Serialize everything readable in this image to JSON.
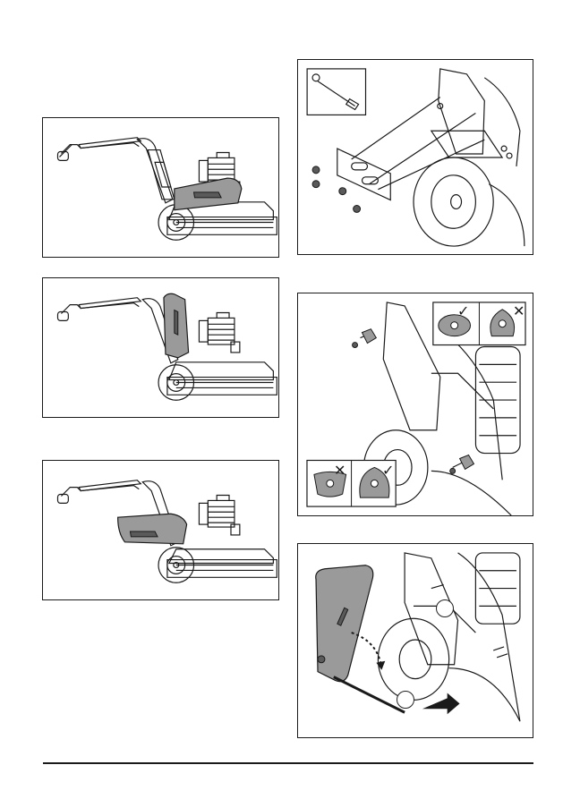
{
  "page": {
    "figures": [
      {
        "id": "fig-1",
        "description_icon": "machine-guard-lowered"
      },
      {
        "id": "fig-2",
        "description_icon": "machine-guard-raised"
      },
      {
        "id": "fig-3",
        "description_icon": "machine-guard-folded-forward"
      },
      {
        "id": "fig-4",
        "description_icon": "bracket-mount-with-wrench"
      },
      {
        "id": "fig-5",
        "description_icon": "rubber-bumper-orientation"
      },
      {
        "id": "fig-6",
        "description_icon": "guard-installation-rod"
      }
    ],
    "symbols": {
      "check": "✓",
      "cross": "✕"
    }
  },
  "colors": {
    "ink": "#1a1a1a",
    "shade": "#9a9a9a",
    "dark_shade": "#5a5a5a",
    "light": "#d8d8d8"
  }
}
